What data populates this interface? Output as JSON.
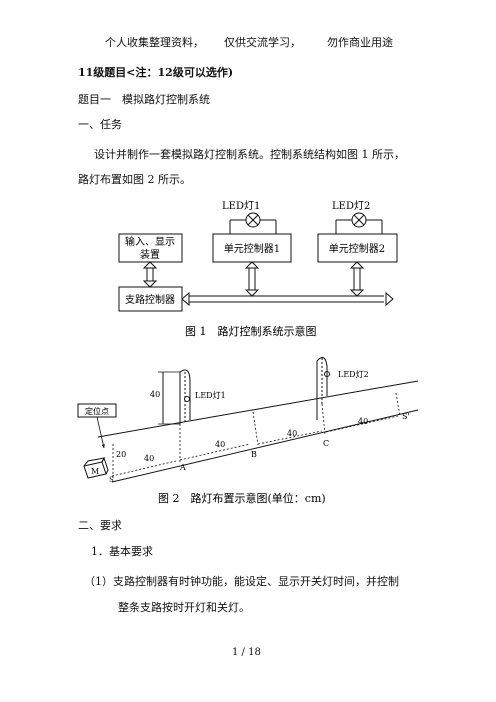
{
  "header": {
    "note1": "个人收集整理资料，",
    "note2": "仅供交流学习，",
    "note3": "勿作商业用途"
  },
  "level_title": "11级题目<注：12级可以选作)",
  "topic_title": "题目一　模拟路灯控制系统",
  "section1": "一、任务",
  "para1_line1": "设计并制作一套模拟路灯控制系统。控制系统结构如图 1 所示，",
  "para1_line2": "路灯布置如图 2 所示。",
  "fig1": {
    "caption": "图 1　路灯控制系统示意图",
    "led1": "LED灯1",
    "led2": "LED灯2",
    "box_io_line1": "输入、显示",
    "box_io_line2": "装置",
    "box_unit1": "单元控制器1",
    "box_unit2": "单元控制器2",
    "box_branch": "支路控制器"
  },
  "fig2": {
    "caption": "图 2　路灯布置示意图(单位：cm)",
    "led1": "LED灯1",
    "led2": "LED灯2",
    "locator": "定位点",
    "m_label": "M",
    "s_label": "S",
    "a_label": "A",
    "b_label": "B",
    "c_label": "C",
    "s_prime_label": "S'",
    "dim_height": "40",
    "dim_20": "20",
    "dim_sa": "40",
    "dim_ab": "40",
    "dim_bc": "40",
    "dim_cs": "40"
  },
  "section2": "二、要求",
  "subsection1": "1．基本要求",
  "req1_line1": "（1）支路控制器有时钟功能，能设定、显示开关灯时间，并控制",
  "req1_line2": "整条支路按时开灯和关灯。",
  "footer": {
    "page": "1 / 18"
  }
}
